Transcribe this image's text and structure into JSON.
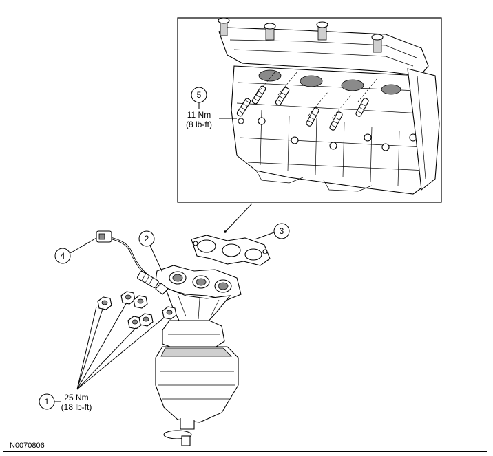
{
  "callouts": [
    {
      "number": "1",
      "spec_line1": "25 Nm",
      "spec_line2": "(18 lb-ft)"
    },
    {
      "number": "2"
    },
    {
      "number": "3"
    },
    {
      "number": "4"
    },
    {
      "number": "5",
      "spec_line1": "11 Nm",
      "spec_line2": "(8 lb-ft)"
    }
  ],
  "figure_id": "N0070806"
}
